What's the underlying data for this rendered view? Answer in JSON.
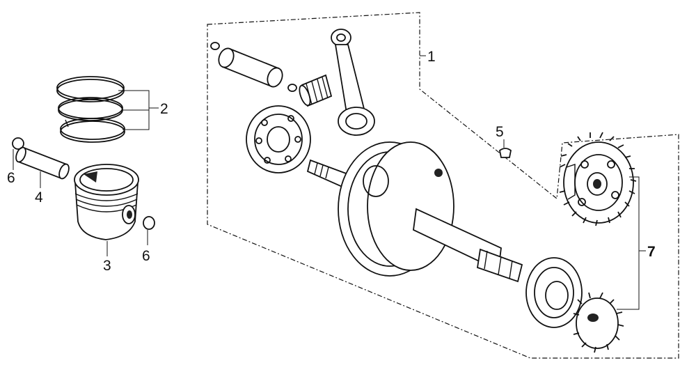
{
  "diagram": {
    "callouts": [
      {
        "id": "1",
        "label": "1"
      },
      {
        "id": "2",
        "label": "2"
      },
      {
        "id": "3",
        "label": "3"
      },
      {
        "id": "4",
        "label": "4"
      },
      {
        "id": "5",
        "label": "5"
      },
      {
        "id": "6a",
        "label": "6"
      },
      {
        "id": "6b",
        "label": "6"
      },
      {
        "id": "7",
        "label": "7"
      }
    ],
    "parts": [
      {
        "name": "piston-ring-set",
        "callout": "2"
      },
      {
        "name": "piston",
        "callout": "3"
      },
      {
        "name": "piston-pin",
        "callout": "4"
      },
      {
        "name": "key",
        "callout": "5"
      },
      {
        "name": "piston-pin-clip",
        "callout": "6"
      },
      {
        "name": "crankshaft-assembly",
        "callout": "1"
      },
      {
        "name": "drive-gear-set",
        "callout": "7"
      }
    ]
  }
}
